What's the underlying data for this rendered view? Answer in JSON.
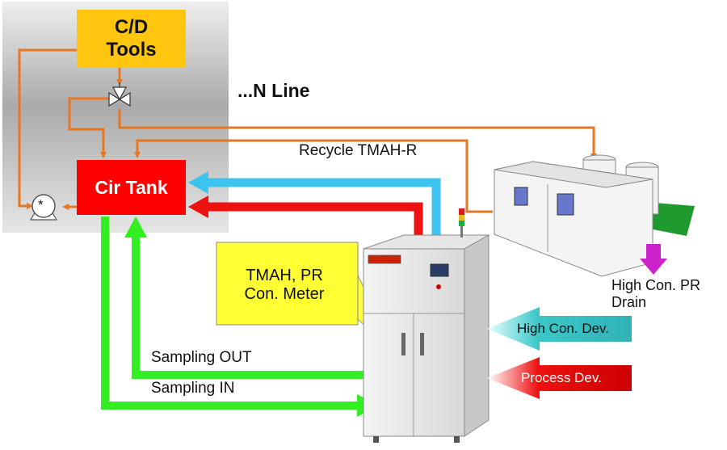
{
  "blocks": {
    "cd_tools": {
      "line1": "C/D",
      "line2": "Tools"
    },
    "cir_tank": {
      "label": "Cir Tank"
    },
    "n_line": "...N Line",
    "pump_symbol": "*"
  },
  "labels": {
    "recycle": "Recycle TMAH-R",
    "sampling_out": "Sampling OUT",
    "sampling_in": "Sampling IN",
    "drain_line1": "High Con. PR",
    "drain_line2": "Drain"
  },
  "callout": {
    "line1": "TMAH, PR",
    "line2": "Con. Meter"
  },
  "input_arrows": {
    "high_con_dev": "High Con. Dev.",
    "process_dev": "Process Dev."
  },
  "colors": {
    "orange_line": "#e87722",
    "blue_line": "#3cc4ee",
    "red_line": "#ee1111",
    "green_line": "#33ee22",
    "cd_box": "#ffc50f",
    "cir_box": "#ff0000",
    "callout": "#ffff33",
    "teal_arrow": "#3cc7c9",
    "magenta_arrow": "#cc22cc"
  }
}
